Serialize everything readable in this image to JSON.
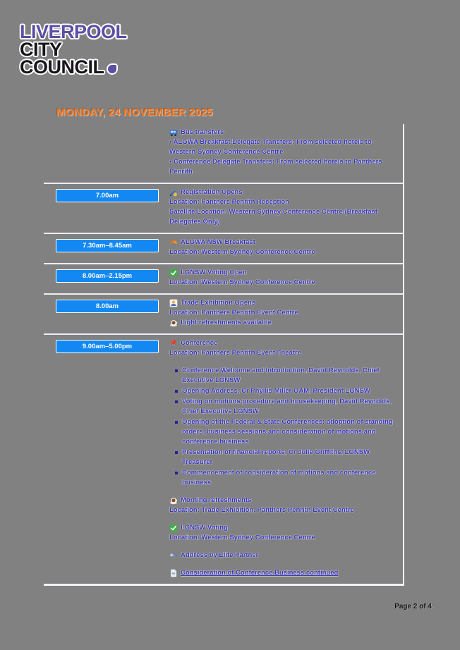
{
  "colors": {
    "background": "#818181",
    "button_blue": "#1488f2",
    "heading_orange": "#f0731e",
    "body_text_blue": "#3431b5",
    "logo_purple": "#5b4ea6"
  },
  "logo": {
    "line1": "LIVERPOOL",
    "line2": "CITY",
    "line3": "COUNCIL"
  },
  "heading": {
    "title": "MONDAY, 24 NOVEMBER 2025"
  },
  "schedule": {
    "rows": [
      {
        "time": "",
        "icon": "bus-icon",
        "title": "Bus transfers",
        "lines": [
          "• ALGWA Breakfast Delegate Transfers: From selected hotels to Western Sydney Conference Centre",
          "• Conference Delegate Transfers: From selected hotels to Panthers Penrith"
        ]
      },
      {
        "time": "7.00am",
        "icon": "writing-hand-icon",
        "title": "Registration Opens",
        "lines": [
          "Location: Panthers Penrith Reception",
          "Satellite Location: Western Sydney Conference Centre (Breakfast Delegates Only)"
        ]
      },
      {
        "time": "7.30am–8.45am",
        "icon": "croissant-icon",
        "title": "ALGWA NSW Breakfast",
        "lines": [
          "Location: Western Sydney Conference Centre"
        ]
      },
      {
        "time": "8.00am–2.15pm",
        "icon": "checkmark-icon",
        "title": "LGNSW Voting Open",
        "lines": [
          "Location: Western Sydney Conference Centre"
        ]
      },
      {
        "time": "8.00am",
        "icon": "trade-exhibition-icon",
        "title": "Trade Exhibition Opens",
        "lines": [
          "Location: Panthers Penrith Event Centre"
        ],
        "extra": {
          "icon": "coffee-icon",
          "text": "Light refreshments available"
        }
      },
      {
        "time": "9.00am–5.00pm",
        "icon": "pushpin-icon",
        "title": "Conference",
        "lines": [
          "Location: Panthers Penrith Event Theatre"
        ],
        "bullets": [
          "Conference Welcome and Introduction, David Reynolds, Chief Executive LGNSW",
          "Opening Address, Cr Phyllis Miller OAM, President LGNSW",
          "Voting on motions procedure and housekeeping, David Reynolds, Chief Executive LGNSW",
          "Opening of the Federal & State Conferences: adoption of standing orders, business sessions and consideration of motions and conference business",
          "Presentation of financial reports, Cr Julie Griffiths, LGNSW Treasurer",
          "Commencement of consideration of motions and conference business"
        ],
        "sub_events": [
          {
            "icon": "coffee-icon",
            "title": "Morning refreshments",
            "lines": [
              "Location: Trade Exhibition, Panthers Penrith Event Centre"
            ]
          },
          {
            "icon": "checkmark-icon",
            "title": "LGNSW Voting",
            "lines": [
              "Location: Western Sydney Conference Centre"
            ]
          },
          {
            "icon": "handshake-icon",
            "title": "Address by Elite Partner",
            "lines": []
          },
          {
            "icon": "document-icon",
            "title": "Consideration of Conference Business continued",
            "lines": []
          }
        ]
      }
    ]
  },
  "footer": {
    "page_number": "Page 2 of 4"
  }
}
